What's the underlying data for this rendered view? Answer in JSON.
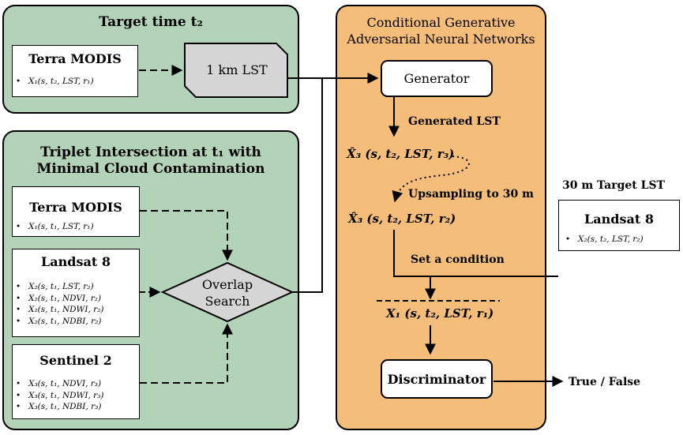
{
  "target_panel": {
    "title": "Target time t₂",
    "modis_box": {
      "title": "Terra MODIS",
      "items": [
        "X₁(s, t₂, LST, r₁)"
      ]
    },
    "lst_box": "1 km LST"
  },
  "triplet_panel": {
    "title": "Triplet Intersection at t₁ with Minimal Cloud Contamination",
    "modis_box": {
      "title": "Terra MODIS",
      "items": [
        "X₁(s, t₁, LST, r₁)"
      ]
    },
    "landsat_box": {
      "title": "Landsat 8",
      "items": [
        "X₂(s, t₁, LST, r₂)",
        "X₂(s, t₁, NDVI, r₂)",
        "X₂(s, t₁, NDWI, r₂)",
        "X₂(s, t₁, NDBI, r₂)"
      ]
    },
    "sentinel_box": {
      "title": "Sentinel 2",
      "items": [
        "X₃(s, t₁, NDVI, r₃)",
        "X₃(s, t₁, NDWI, r₃)",
        "X₃(s, t₁, NDBI, r₃)"
      ]
    },
    "overlap_label": "Overlap Search"
  },
  "cgan_panel": {
    "title": "Conditional Generative Adversarial Neural Networks",
    "generator": "Generator",
    "generated_lst": "Generated LST",
    "x3_t2_r3": "X̂₃ (s, t₂, LST, r₃)",
    "upsampling": "Upsampling to 30 m",
    "x3_t2_r2": "X̂₃ (s, t₂, LST, r₂)",
    "set_condition": "Set a condition",
    "x1_t2_r1": "X₁ (s, t₂, LST, r₁)",
    "discriminator": "Discriminator",
    "output": "True / False"
  },
  "target_lst": {
    "label": "30 m Target LST",
    "landsat_box": {
      "title": "Landsat 8",
      "items": [
        "X₂(s, t₂, LST, r₂)"
      ]
    }
  }
}
